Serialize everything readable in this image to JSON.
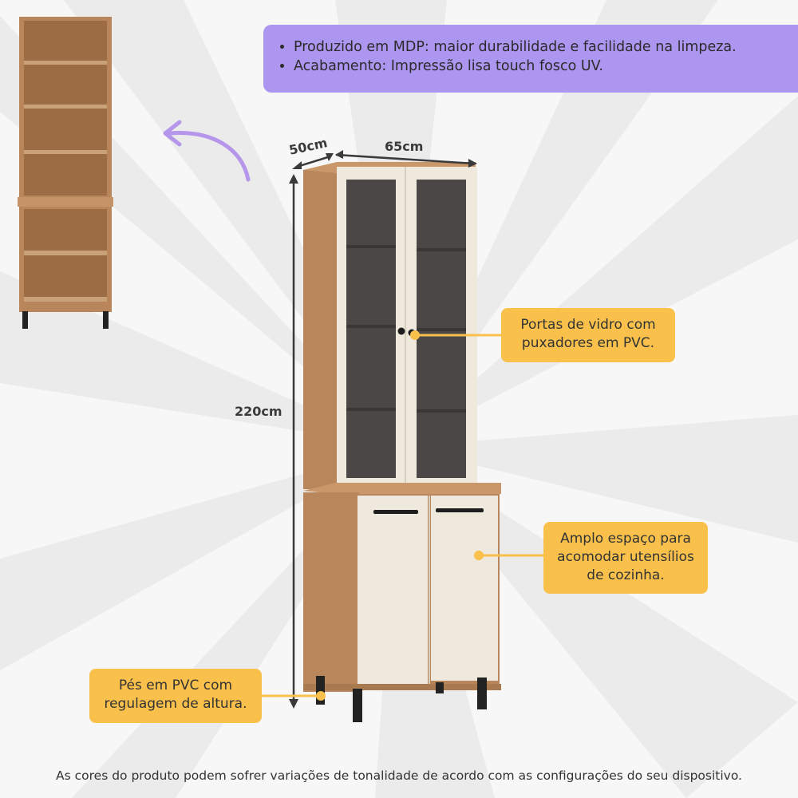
{
  "features": [
    "Produzido em MDP: maior durabilidade e facilidade na limpeza.",
    "Acabamento: Impressão lisa touch fosco UV."
  ],
  "dimensions": {
    "depth": "50cm",
    "width": "65cm",
    "height": "220cm"
  },
  "callouts": {
    "doors": [
      "Portas de vidro com",
      "puxadores em PVC."
    ],
    "storage": [
      "Amplo espaço para",
      "acomodar utensílios",
      "de cozinha."
    ],
    "feet": [
      "Pés em PVC com",
      "regulagem de altura."
    ]
  },
  "footer": "As cores do produto podem sofrer variações de tonalidade de acordo com as configurações do seu dispositivo.",
  "colors": {
    "purple_banner": "#ad96f0",
    "callout_yellow": "#f9c14c",
    "wood": "#b8865a",
    "door_off_white": "#eee9dc",
    "glass": "#4b4746",
    "arrow_purple": "#b596ea"
  }
}
